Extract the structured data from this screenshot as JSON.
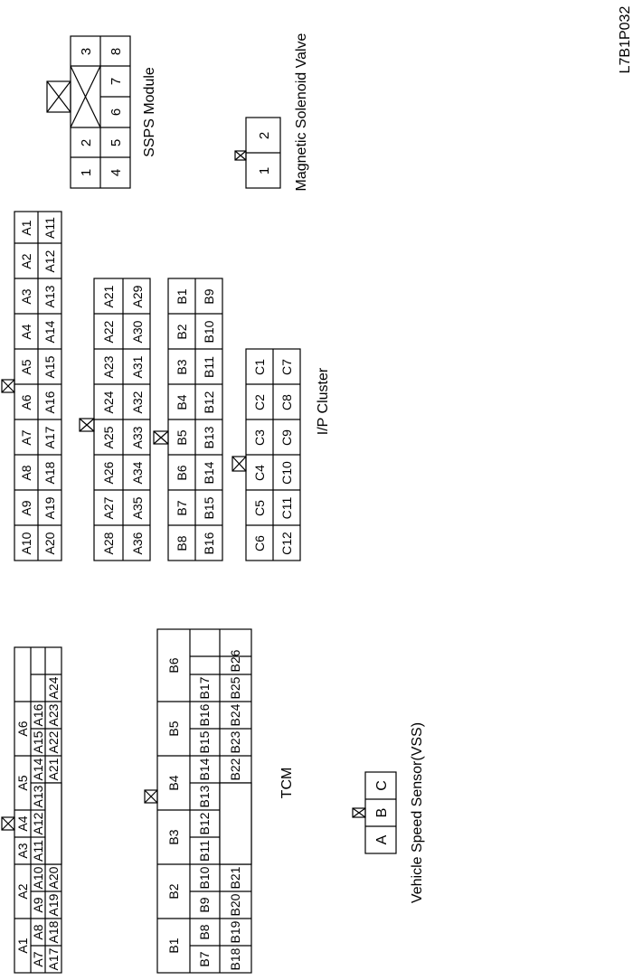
{
  "figure_code": "L7B1P032",
  "tcm": {
    "title": "TCM",
    "connector_a": {
      "top_cells": [
        "A1",
        "A2",
        "A3",
        "A4",
        "A5",
        "A6"
      ],
      "row2": [
        "A7",
        "A8",
        "A9",
        "A10",
        "A11",
        "A12",
        "A13",
        "A14",
        "A15",
        "A16"
      ],
      "row3_left": [
        "A17",
        "A18",
        "A19",
        "A20"
      ],
      "row3_right": [
        "A21",
        "A22",
        "A23",
        "A24"
      ]
    },
    "connector_b": {
      "top_cells": [
        "B1",
        "B2",
        "B3",
        "B4",
        "B5",
        "B6"
      ],
      "row2": [
        "B7",
        "B8",
        "B9",
        "B10",
        "B11",
        "B12",
        "B13",
        "B14",
        "B15",
        "B16",
        "B17"
      ],
      "row3_left": [
        "B18",
        "B19",
        "B20",
        "B21"
      ],
      "row3_right": [
        "B22",
        "B23",
        "B24",
        "B25",
        "B26"
      ]
    }
  },
  "ip_cluster": {
    "title": "I/P Cluster",
    "connector_a1": {
      "row1": [
        "A10",
        "A9",
        "A8",
        "A7",
        "A6",
        "A5",
        "A4",
        "A3",
        "A2",
        "A1"
      ],
      "row2": [
        "A20",
        "A19",
        "A18",
        "A17",
        "A16",
        "A15",
        "A14",
        "A13",
        "A12",
        "A11"
      ]
    },
    "connector_a2": {
      "row1": [
        "A28",
        "A27",
        "A26",
        "A25",
        "A24",
        "A23",
        "A22",
        "A21"
      ],
      "row2": [
        "A36",
        "A35",
        "A34",
        "A33",
        "A32",
        "A31",
        "A30",
        "A29"
      ]
    },
    "connector_b": {
      "row1": [
        "B8",
        "B7",
        "B6",
        "B5",
        "B4",
        "B3",
        "B2",
        "B1"
      ],
      "row2": [
        "B16",
        "B15",
        "B14",
        "B13",
        "B12",
        "B11",
        "B10",
        "B9"
      ]
    },
    "connector_c": {
      "row1": [
        "C6",
        "C5",
        "C4",
        "C3",
        "C2",
        "C1"
      ],
      "row2": [
        "C12",
        "C11",
        "C10",
        "C9",
        "C8",
        "C7"
      ]
    }
  },
  "vss": {
    "title": "Vehicle Speed Sensor(VSS)",
    "pins": [
      "A",
      "B",
      "C"
    ]
  },
  "ssps": {
    "title": "SSPS Module",
    "row1": [
      "1",
      "2",
      "",
      "3"
    ],
    "row2": [
      "4",
      "5",
      "6",
      "7",
      "8"
    ]
  },
  "magnetic_valve": {
    "title": "Magnetic Solenoid Valve",
    "pins": [
      "1",
      "2"
    ]
  }
}
